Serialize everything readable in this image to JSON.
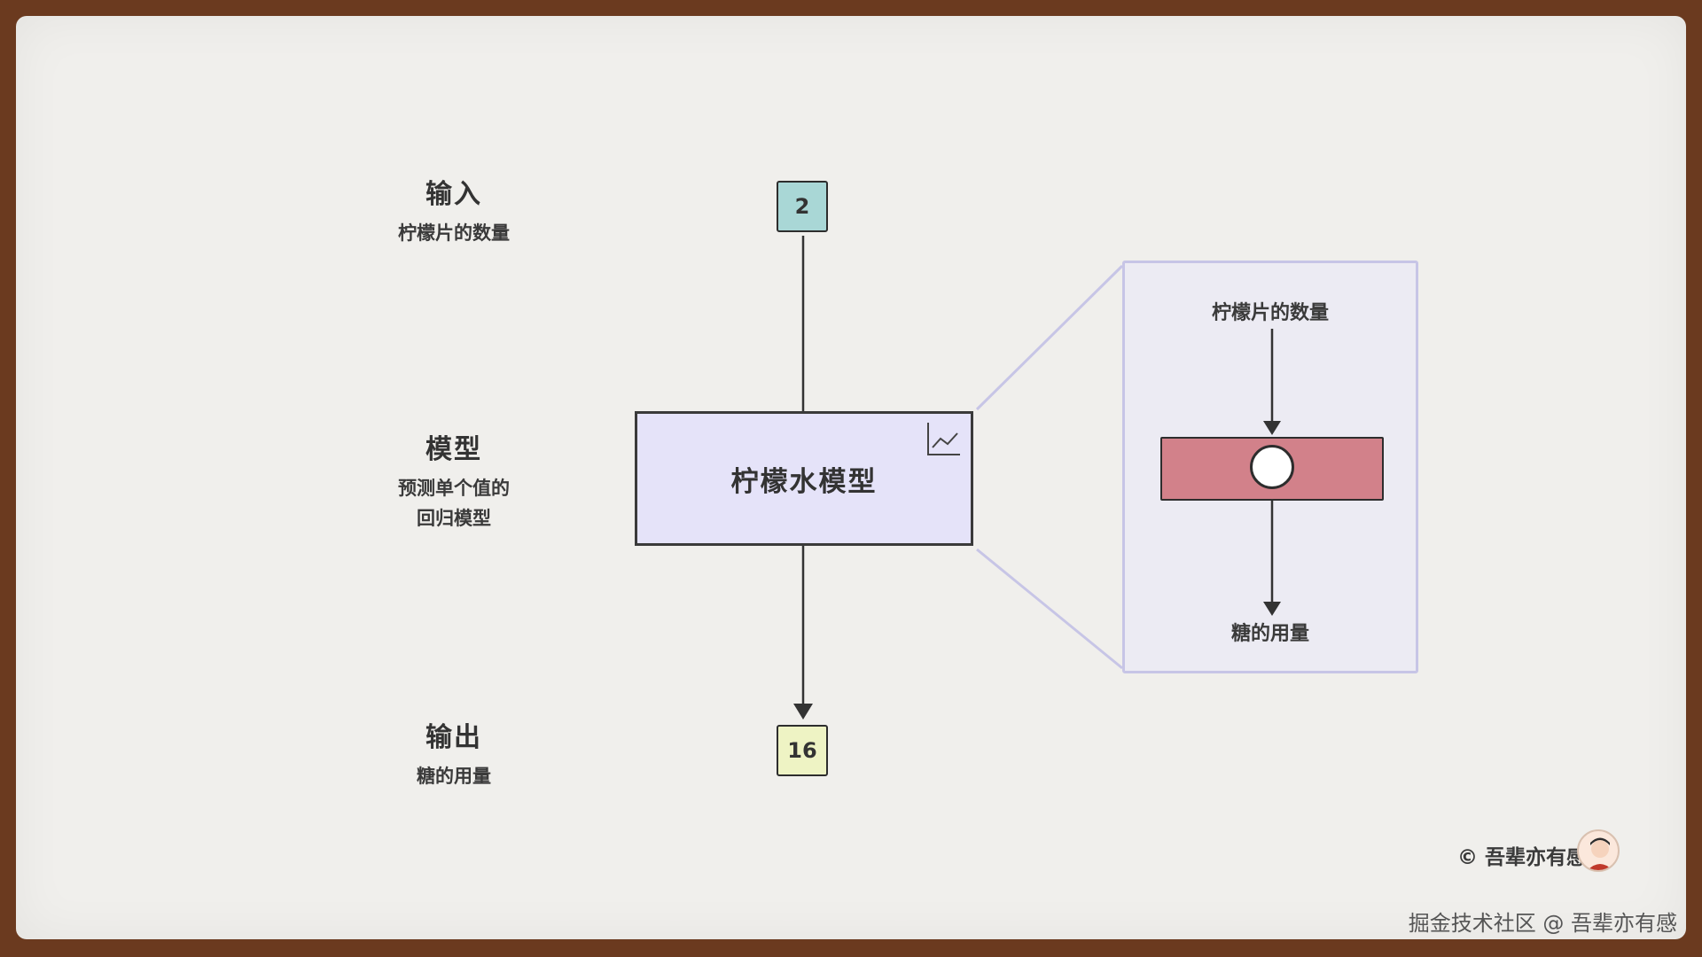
{
  "input": {
    "title": "输入",
    "subtitle": "柠檬片的数量",
    "value": "2"
  },
  "model": {
    "title": "模型",
    "subtitle_line1": "预测单个值的",
    "subtitle_line2": "回归模型",
    "box_label": "柠檬水模型"
  },
  "output": {
    "title": "输出",
    "subtitle": "糖的用量",
    "value": "16"
  },
  "zoom": {
    "top_label": "柠檬片的数量",
    "bottom_label": "糖的用量"
  },
  "footer": {
    "copyright": "© 吾辈亦有感",
    "watermark": "掘金技术社区 @ 吾辈亦有感"
  },
  "colors": {
    "input_box": "#a9d7d6",
    "output_box": "#eef3c4",
    "model_box": "#e5e3f9",
    "neuron_layer": "#d2818a",
    "zoom_border": "#c7c5e6"
  },
  "icons": {
    "model_corner": "line-chart-icon",
    "avatar": "author-avatar"
  }
}
